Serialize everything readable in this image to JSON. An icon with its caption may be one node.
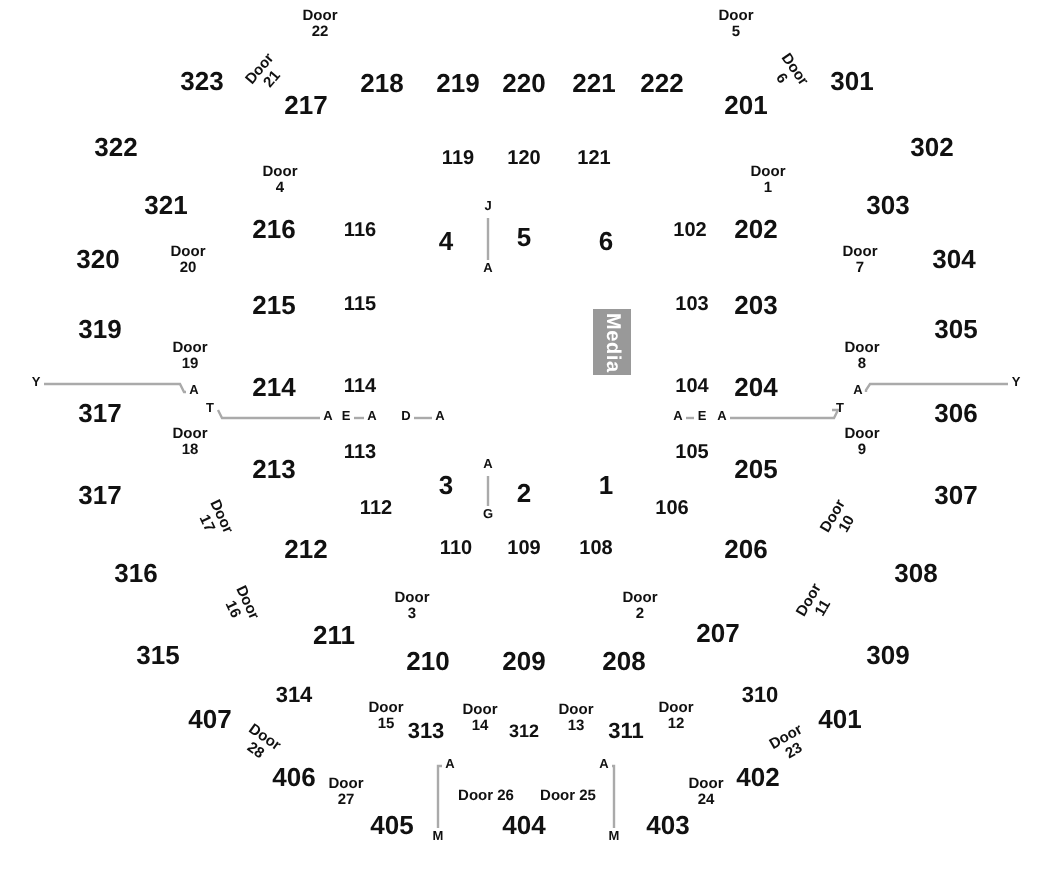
{
  "diagram": {
    "nodes": [
      {
        "text": [
          "J"
        ]
      },
      {
        "text": [
          "A"
        ]
      },
      {
        "text": [
          "Y"
        ]
      },
      {
        "text": [
          "A"
        ]
      },
      {
        "text": [
          "A"
        ]
      },
      {
        "text": [
          "Y"
        ]
      },
      {
        "text": [
          "T"
        ]
      },
      {
        "text": [
          "A"
        ]
      },
      {
        "text": [
          "E"
        ]
      },
      {
        "text": [
          "A"
        ]
      },
      {
        "text": [
          "D"
        ]
      },
      {
        "text": [
          "A"
        ]
      },
      {
        "text": [
          "A"
        ]
      },
      {
        "text": [
          "E"
        ]
      },
      {
        "text": [
          "A"
        ]
      },
      {
        "text": [
          "T"
        ]
      },
      {
        "text": [
          "A"
        ]
      },
      {
        "text": [
          "G"
        ]
      },
      {
        "text": [
          "A"
        ]
      },
      {
        "text": [
          "A"
        ]
      },
      {
        "text": [
          "M"
        ]
      },
      {
        "text": [
          "M"
        ]
      },
      {
        "text": [
          "Media"
        ]
      }
    ],
    "edges": [
      {
        "from": 0,
        "to": 1,
        "arrow": "none"
      },
      {
        "from": 2,
        "to": 3,
        "arrow": "none"
      },
      {
        "from": 6,
        "to": 7,
        "arrow": "none"
      },
      {
        "from": 8,
        "to": 9,
        "arrow": "none"
      },
      {
        "from": 10,
        "to": 11,
        "arrow": "none"
      },
      {
        "from": 12,
        "to": 13,
        "arrow": "none"
      },
      {
        "from": 14,
        "to": 15,
        "arrow": "none"
      },
      {
        "from": 4,
        "to": 5,
        "arrow": "none"
      },
      {
        "from": 16,
        "to": 17,
        "arrow": "none"
      },
      {
        "from": 18,
        "to": 20,
        "arrow": "none"
      },
      {
        "from": 19,
        "to": 21,
        "arrow": "none"
      }
    ],
    "labels": [
      "Door 22",
      "323",
      "Door 21",
      "217",
      "218",
      "219",
      "220",
      "221",
      "222",
      "Door 5",
      "Door 6",
      "201",
      "301",
      "322",
      "119",
      "120",
      "121",
      "302",
      "Door 4",
      "Door 1",
      "321",
      "303",
      "216",
      "116",
      "4",
      "5",
      "6",
      "102",
      "202",
      "320",
      "Door 20",
      "Door 7",
      "304",
      "215",
      "115",
      "103",
      "203",
      "319",
      "305",
      "Door 19",
      "Door 8",
      "214",
      "114",
      "104",
      "204",
      "317",
      "306",
      "Door 18",
      "Door 9",
      "113",
      "105",
      "213",
      "205",
      "3",
      "2",
      "1",
      "317",
      "307",
      "112",
      "106",
      "Door 17",
      "Door 10",
      "212",
      "110",
      "109",
      "108",
      "206",
      "316",
      "308",
      "Door 16",
      "Door 3",
      "Door 2",
      "Door 11",
      "211",
      "207",
      "315",
      "210",
      "209",
      "208",
      "309",
      "314",
      "310",
      "407",
      "Door 15",
      "Door 14",
      "Door 13",
      "Door 12",
      "401",
      "313",
      "312",
      "311",
      "Door 28",
      "Door 23",
      "406",
      "402",
      "Door 27",
      "Door 26",
      "Door 25",
      "Door 24",
      "405",
      "404",
      "403"
    ]
  }
}
